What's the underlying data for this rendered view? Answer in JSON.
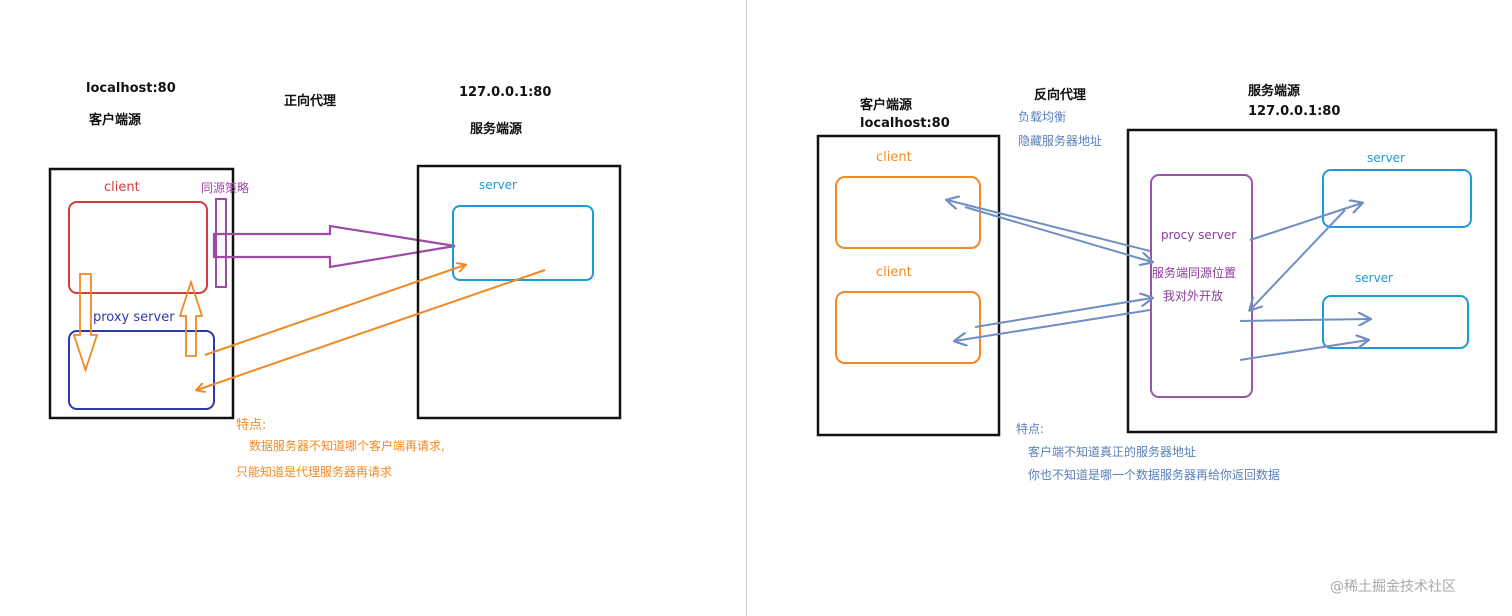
{
  "left": {
    "client_origin_host": "localhost:80",
    "client_origin_label": "客户端源",
    "title": "正向代理",
    "server_host": "127.0.0.1:80",
    "server_origin_label": "服务端源",
    "client_label": "client",
    "same_origin_policy_label": "同源策略",
    "proxy_server_label": "proxy server",
    "server_label": "server",
    "notes_title": "特点:",
    "notes_body": "数据服务器不知道哪个客户端再请求, 只能知道是代理服务器再请求"
  },
  "right": {
    "client_origin_label": "客户端源",
    "client_origin_host": "localhost:80",
    "title": "反向代理",
    "feature_load_balance": "负载均衡",
    "feature_hide_server": "隐藏服务器地址",
    "server_origin_label": "服务端源",
    "server_host": "127.0.0.1:80",
    "client1_label": "client",
    "client2_label": "client",
    "proxy_server_label": "procy server",
    "proxy_note_line1": "服务端同源位置",
    "proxy_note_line2": "我对外开放",
    "server1_label": "server",
    "server2_label": "server",
    "notes_title": "特点:",
    "notes_line1": "客户端不知道真正的服务器地址",
    "notes_line2": "你也不知道是哪一个数据服务器再给你返回数据"
  },
  "watermark": "@稀土掘金技术社区",
  "colors": {
    "black": "#111111",
    "client_red": "#d23c3c",
    "server_blue": "#1e9ad8",
    "proxy_navy": "#2c3aa8",
    "policy_purple": "#a04aa8",
    "orange": "#f08a24",
    "steel_blue": "#6f8fc4",
    "proxy_purple": "#9a55aa"
  }
}
